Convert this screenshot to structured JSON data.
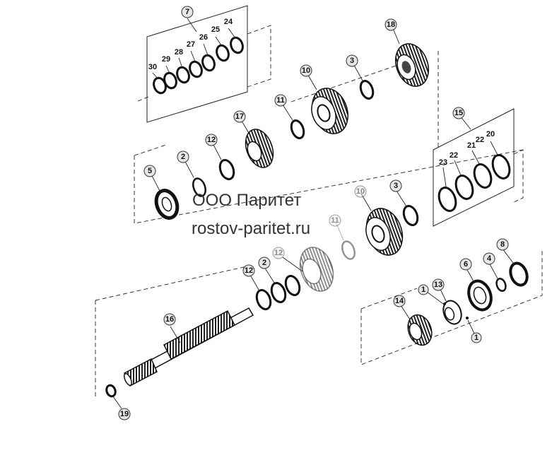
{
  "watermark": {
    "line1": "ООО Паритет",
    "line2": "rostov-paritet.ru"
  },
  "callouts": {
    "c7": "7",
    "c30": "30",
    "c29": "29",
    "c28": "28",
    "c27": "27",
    "c26": "26",
    "c25": "25",
    "c24": "24",
    "c18": "18",
    "c3a": "3",
    "c10a": "10",
    "c11a": "11",
    "c17": "17",
    "c12a": "12",
    "c2a": "2",
    "c5": "5",
    "c15": "15",
    "c23": "23",
    "c22a": "22",
    "c21": "21",
    "c22b": "22",
    "c20": "20",
    "c3b": "3",
    "c10b": "10",
    "c11b": "11",
    "c12b": "12",
    "c12c": "12",
    "c2b": "2",
    "c8": "8",
    "c4": "4",
    "c6": "6",
    "c13": "13",
    "c1a": "1",
    "c1b": "1",
    "c14": "14",
    "c16": "16",
    "c19": "19"
  }
}
